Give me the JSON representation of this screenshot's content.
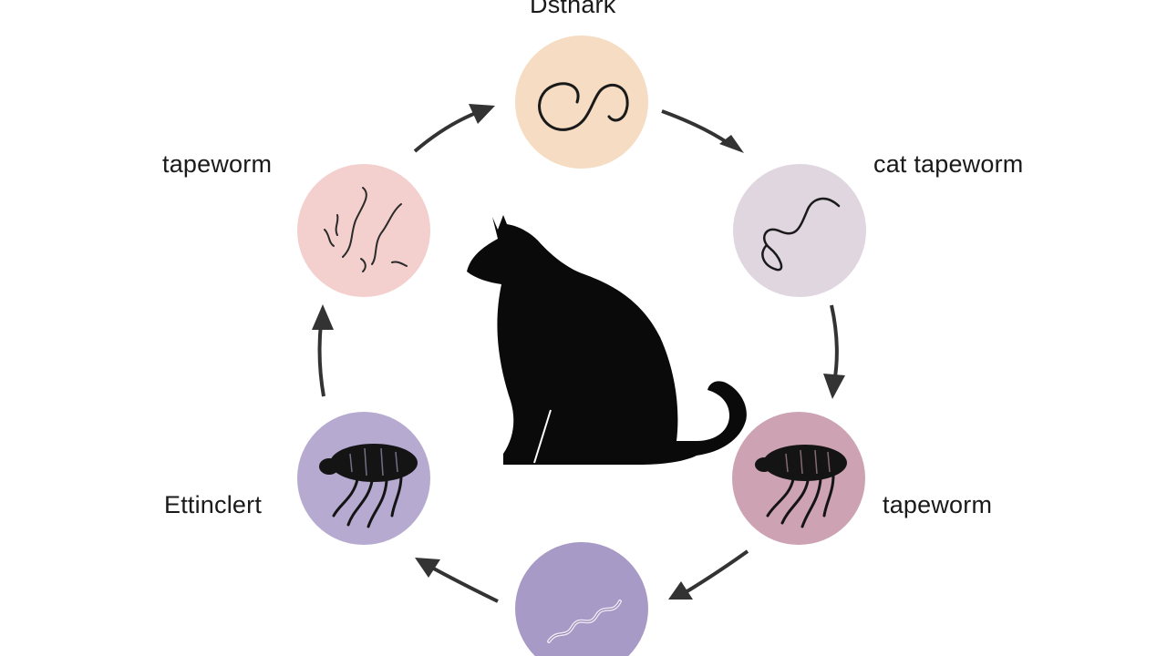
{
  "diagram": {
    "stages": {
      "top": {
        "label": "Dsthark",
        "color": "#f5dcc2",
        "icon": "coiled-worm-icon"
      },
      "upper_right": {
        "label": "cat tapeworm",
        "color": "#dfd6df",
        "icon": "squiggly-worm-icon"
      },
      "lower_right": {
        "label": "tapeworm",
        "color": "#cda2b2",
        "icon": "flea-icon"
      },
      "bottom": {
        "label": "",
        "color": "#a89ac6",
        "icon": "pale-worm-icon"
      },
      "lower_left": {
        "label": "Ettinclert",
        "color": "#b6aad0",
        "icon": "flea-icon"
      },
      "upper_left": {
        "label": "tapeworm",
        "color": "#f3cfcd",
        "icon": "small-worms-icon"
      }
    },
    "center_icon": "cat-silhouette-icon",
    "arrow_color": "#333333",
    "cycle_direction": "clockwise"
  }
}
